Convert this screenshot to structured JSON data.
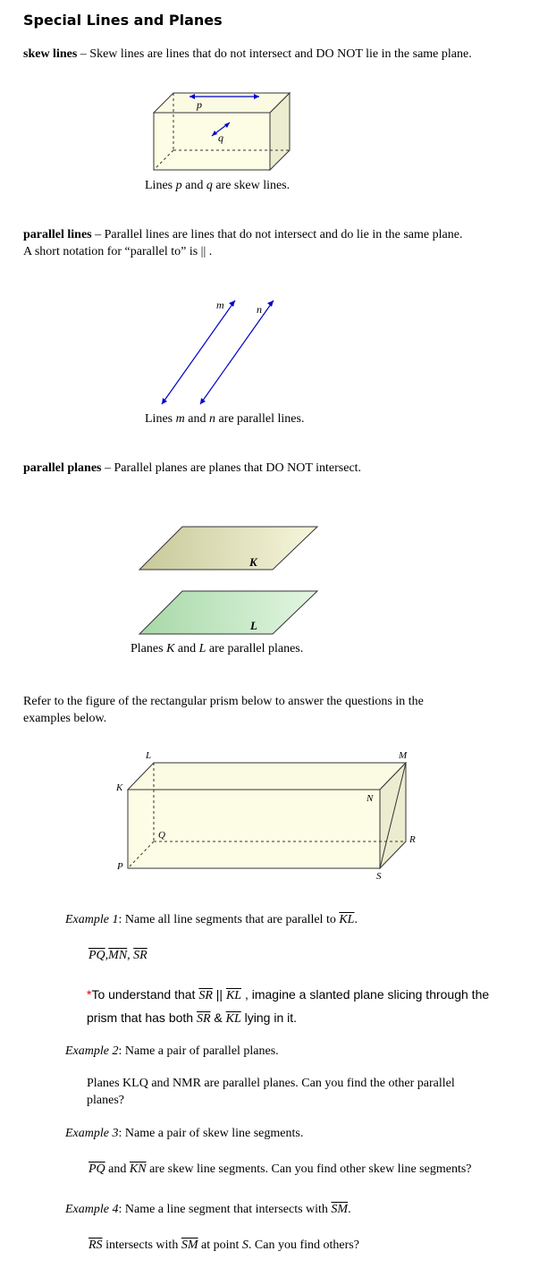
{
  "title": "Special Lines and Planes",
  "skew": {
    "term": "skew lines",
    "def": " – Skew lines are lines that do not intersect and DO NOT lie in the same plane.",
    "label_p": "p",
    "label_q": "q",
    "caption_a": "Lines ",
    "caption_p": "p",
    "caption_and": " and ",
    "caption_q": "q",
    "caption_b": " are skew lines."
  },
  "parallel_lines": {
    "term": "parallel lines",
    "def": " – Parallel lines are lines that do not intersect and do lie in the same plane.",
    "def2": "A short notation for “parallel to” is || .",
    "label_m": "m",
    "label_n": "n",
    "caption_a": "Lines ",
    "caption_m": "m",
    "caption_and": " and ",
    "caption_n": "n",
    "caption_b": " are parallel lines."
  },
  "parallel_planes": {
    "term": "parallel planes",
    "def": " – Parallel planes are planes that DO NOT intersect.",
    "label_k": "K",
    "label_l": "L",
    "caption_a": "Planes ",
    "caption_k": "K",
    "caption_and": " and ",
    "caption_l": "L",
    "caption_b": " are parallel planes."
  },
  "refer": {
    "line1": "Refer to the figure of the rectangular prism below to answer the questions in the",
    "line2": "examples below."
  },
  "prism": {
    "L": "L",
    "M": "M",
    "K": "K",
    "N": "N",
    "Q": "Q",
    "R": "R",
    "P": "P",
    "S": "S"
  },
  "ex1": {
    "label": "Example 1",
    "text": ":  Name all line segments that are parallel to ",
    "seg": "KL",
    "end": ".",
    "a1": "PQ",
    "sep1": ",",
    "a2": "MN",
    "sep2": ", ",
    "a3": "SR",
    "star": "*",
    "note1": "To understand that ",
    "n_seg1": "SR",
    "n_par": " || ",
    "n_seg2": "KL",
    "note1b": " , imagine a slanted plane slicing through the",
    "note2a": "prism that has both ",
    "n_seg3": "SR",
    "n_amp": " & ",
    "n_seg4": "KL",
    "note2b": "  lying in it."
  },
  "ex2": {
    "label": "Example 2",
    "text": ":  Name a pair of parallel planes.",
    "ans1": "Planes KLQ and NMR are parallel planes.  Can you find the other parallel",
    "ans2": "planes?"
  },
  "ex3": {
    "label": "Example 3",
    "text": ":  Name a pair of skew line segments.",
    "s1": "PQ",
    "and": " and ",
    "s2": "KN",
    "rest": " are skew line segments.  Can you find other skew line segments?"
  },
  "ex4": {
    "label": "Example 4",
    "text": ":  Name a line segment that intersects with ",
    "seg": "SM",
    "end": ".",
    "s1": "RS",
    "mid": " intersects with ",
    "s2": "SM",
    "at": " at point ",
    "pt": "S",
    "rest": ".  Can you find others?"
  },
  "colors": {
    "arrow_blue": "#0000cc",
    "box_fill": "#fdfde6",
    "box_side": "#ececd0",
    "plane_k": "#c8c89a",
    "plane_l": "#a8d8a8"
  }
}
